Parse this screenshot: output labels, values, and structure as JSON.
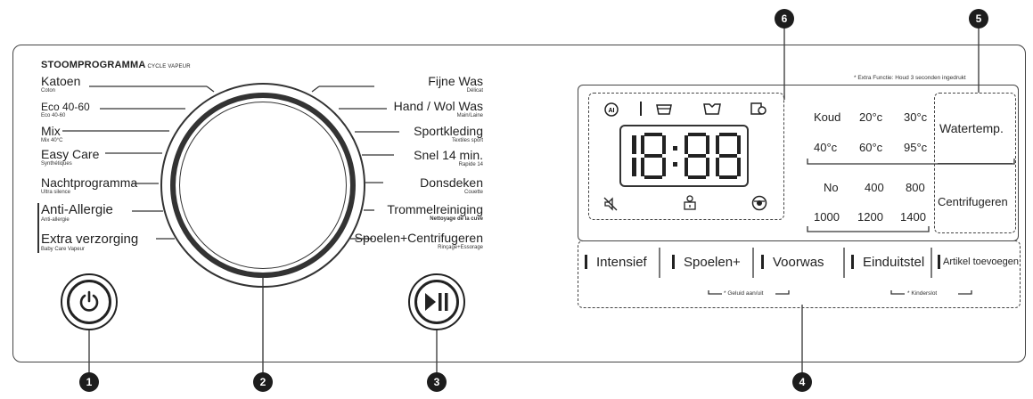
{
  "title": {
    "main": "STOOMPROGRAMMA",
    "sub": "CYCLE VAPEUR"
  },
  "programs_left": [
    {
      "label": "Katoen",
      "sub": "Coton"
    },
    {
      "label": "Eco 40-60",
      "sub": "Eco 40-60"
    },
    {
      "label": "Mix",
      "sub": "Mix 40°C"
    },
    {
      "label": "Easy Care",
      "sub": "Synthétiques"
    },
    {
      "label": "Nachtprogramma",
      "sub": "Ultra silence"
    },
    {
      "label": "Anti-Allergie",
      "sub": "Anti-allergie"
    },
    {
      "label": "Extra verzorging",
      "sub": "Baby Care Vapeur"
    }
  ],
  "programs_right": [
    {
      "label": "Fijne Was",
      "sub": "Délicat"
    },
    {
      "label": "Hand / Wol Was",
      "sub": "Main/Laine"
    },
    {
      "label": "Sportkleding",
      "sub": "Textiles sport"
    },
    {
      "label": "Snel 14 min.",
      "sub": "Rapide 14"
    },
    {
      "label": "Donsdeken",
      "sub": "Couette"
    },
    {
      "label": "Trommelreiniging",
      "sub": "Nettoyage de la cuve"
    },
    {
      "label": "Spoelen+Centrifugeren",
      "sub": "Rinçage+Essorage"
    }
  ],
  "display": {
    "digits": "18:88"
  },
  "extra_note": "* Extra Functie: Houd 3 seconden ingedrukt",
  "temperature": {
    "values": [
      "Koud",
      "20°c",
      "30°c",
      "40°c",
      "60°c",
      "95°c"
    ],
    "label": "Watertemp."
  },
  "spin": {
    "values": [
      "No",
      "400",
      "800",
      "1000",
      "1200",
      "1400"
    ],
    "label": "Centrifugeren"
  },
  "option_buttons": [
    "Intensief",
    "Spoelen+",
    "Voorwas",
    "Einduitstel",
    "Artikel toevoegen"
  ],
  "hold_notes": {
    "sound": "* Geluid aan/uit",
    "child_lock": "* Kinderslot"
  },
  "callouts": [
    "1",
    "2",
    "3",
    "4",
    "5",
    "6"
  ]
}
